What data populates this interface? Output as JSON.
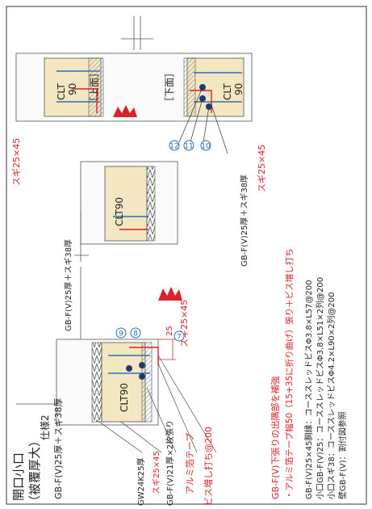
{
  "title": {
    "line1": "開口小口",
    "line2": "（被覆厚大）"
  },
  "spec": {
    "label": "仕様2",
    "layers": "GB-F(V)25厚＋スギ38厚"
  },
  "views": {
    "top": "［上面］",
    "bottom": "［下面］"
  },
  "clt": {
    "upper_left": "CLT\n90",
    "upper_right": "CLT\n90",
    "middle": "CLT90",
    "lower": "CLT90"
  },
  "upper_labels": {
    "sugi_left": "スギ25×45",
    "sugi_right": "スギ25×45",
    "layers": "GB-F(V)25厚＋スギ38厚",
    "markers": [
      "⑫",
      "⑪",
      "⑩"
    ]
  },
  "middle_labels": {
    "layers_left": "GB-F(V)25厚＋スギ38厚",
    "sugi": "スギ25×45",
    "dim_25": "25",
    "markers": [
      "⑨",
      "⑧",
      "⑦"
    ]
  },
  "lower_labels": {
    "gw": "GW24K25厚",
    "sugi": "スギ25×45",
    "gbf21": "GB-F(V)21厚×2枚張り",
    "alumi": "アルミ箔テープ",
    "screws": "ビス増し打ち@200"
  },
  "notes": {
    "red1": "GB-F(V)下張りの出隅部を補強",
    "red2": "・アルミ箔テープ幅50（15+35に折り曲げ）張り＋ビス増し打ち",
    "black": [
      "GB-F(V)25×45胴縁：コーススレッドビスΦ3.8×L57@200",
      "小口GB-F(V)25：コーススレッドビスΦ3.8×L51×2列@200",
      "小口スギ38：コーススレッドビスΦ4.2×L90×2列@200",
      "壁GB-F(V)：割付図参照"
    ]
  },
  "colors": {
    "red": "#d8232a",
    "blue": "#2e6fb6",
    "navy": "#1f3b73",
    "wood": "#f3e7c2",
    "grey": "#c9c9c9",
    "ink": "#222222"
  }
}
